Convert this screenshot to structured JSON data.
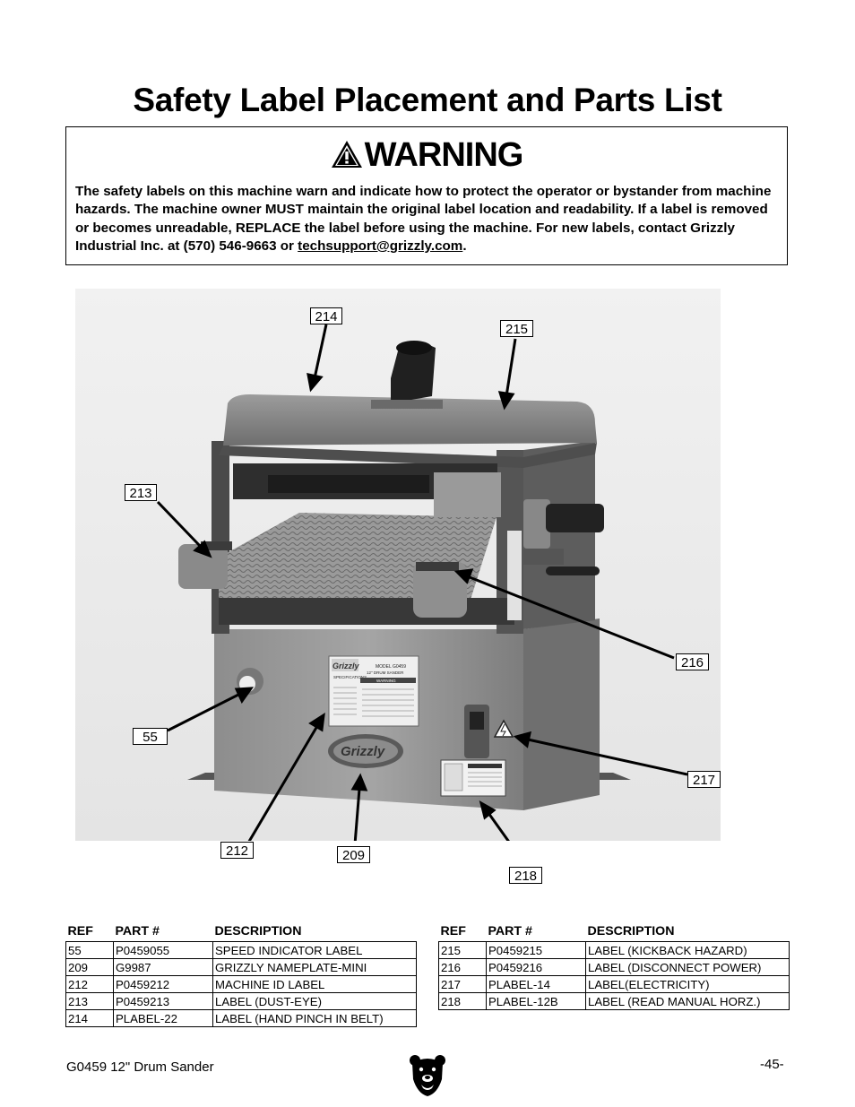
{
  "page": {
    "title": "Safety Label Placement and Parts List"
  },
  "warning": {
    "heading": "WARNING",
    "text_before": "The safety labels on this machine warn and indicate how to protect the operator or bystander from machine hazards. The machine owner MUST maintain the original label location and readability. If a label is removed or becomes unreadable, REPLACE the label before using the machine. For new labels, contact Grizzly Industrial Inc. at (570) 546-9663 or ",
    "email": "techsupport@grizzly.com",
    "text_after": "."
  },
  "callouts": {
    "c214": "214",
    "c215": "215",
    "c213": "213",
    "c216": "216",
    "c55": "55",
    "c217": "217",
    "c212": "212",
    "c209": "209",
    "c218": "218"
  },
  "machine_labels": {
    "brand": "Grizzly",
    "model": "MODEL G0459",
    "model_desc": "12\" DRUM SANDER",
    "spec_heading": "SPECIFICATIONS",
    "warning_tag": "WARNING",
    "nameplate": "Grizzly"
  },
  "table_headers": {
    "ref": "REF",
    "part": "PART #",
    "desc": "DESCRIPTION"
  },
  "parts_left": [
    {
      "ref": "55",
      "part": "P0459055",
      "desc": "SPEED INDICATOR LABEL"
    },
    {
      "ref": "209",
      "part": "G9987",
      "desc": "GRIZZLY NAMEPLATE-MINI"
    },
    {
      "ref": "212",
      "part": "P0459212",
      "desc": "MACHINE ID LABEL"
    },
    {
      "ref": "213",
      "part": "P0459213",
      "desc": "LABEL (DUST-EYE)"
    },
    {
      "ref": "214",
      "part": "PLABEL-22",
      "desc": "LABEL (HAND PINCH IN BELT)"
    }
  ],
  "parts_right": [
    {
      "ref": "215",
      "part": "P0459215",
      "desc": "LABEL (KICKBACK HAZARD)"
    },
    {
      "ref": "216",
      "part": "P0459216",
      "desc": "LABEL (DISCONNECT POWER)"
    },
    {
      "ref": "217",
      "part": "PLABEL-14",
      "desc": "LABEL(ELECTRICITY)"
    },
    {
      "ref": "218",
      "part": "PLABEL-12B",
      "desc": "LABEL (READ MANUAL HORZ.)"
    }
  ],
  "footer": {
    "model": "G0459 12\" Drum Sander",
    "page_number": "-45-"
  }
}
